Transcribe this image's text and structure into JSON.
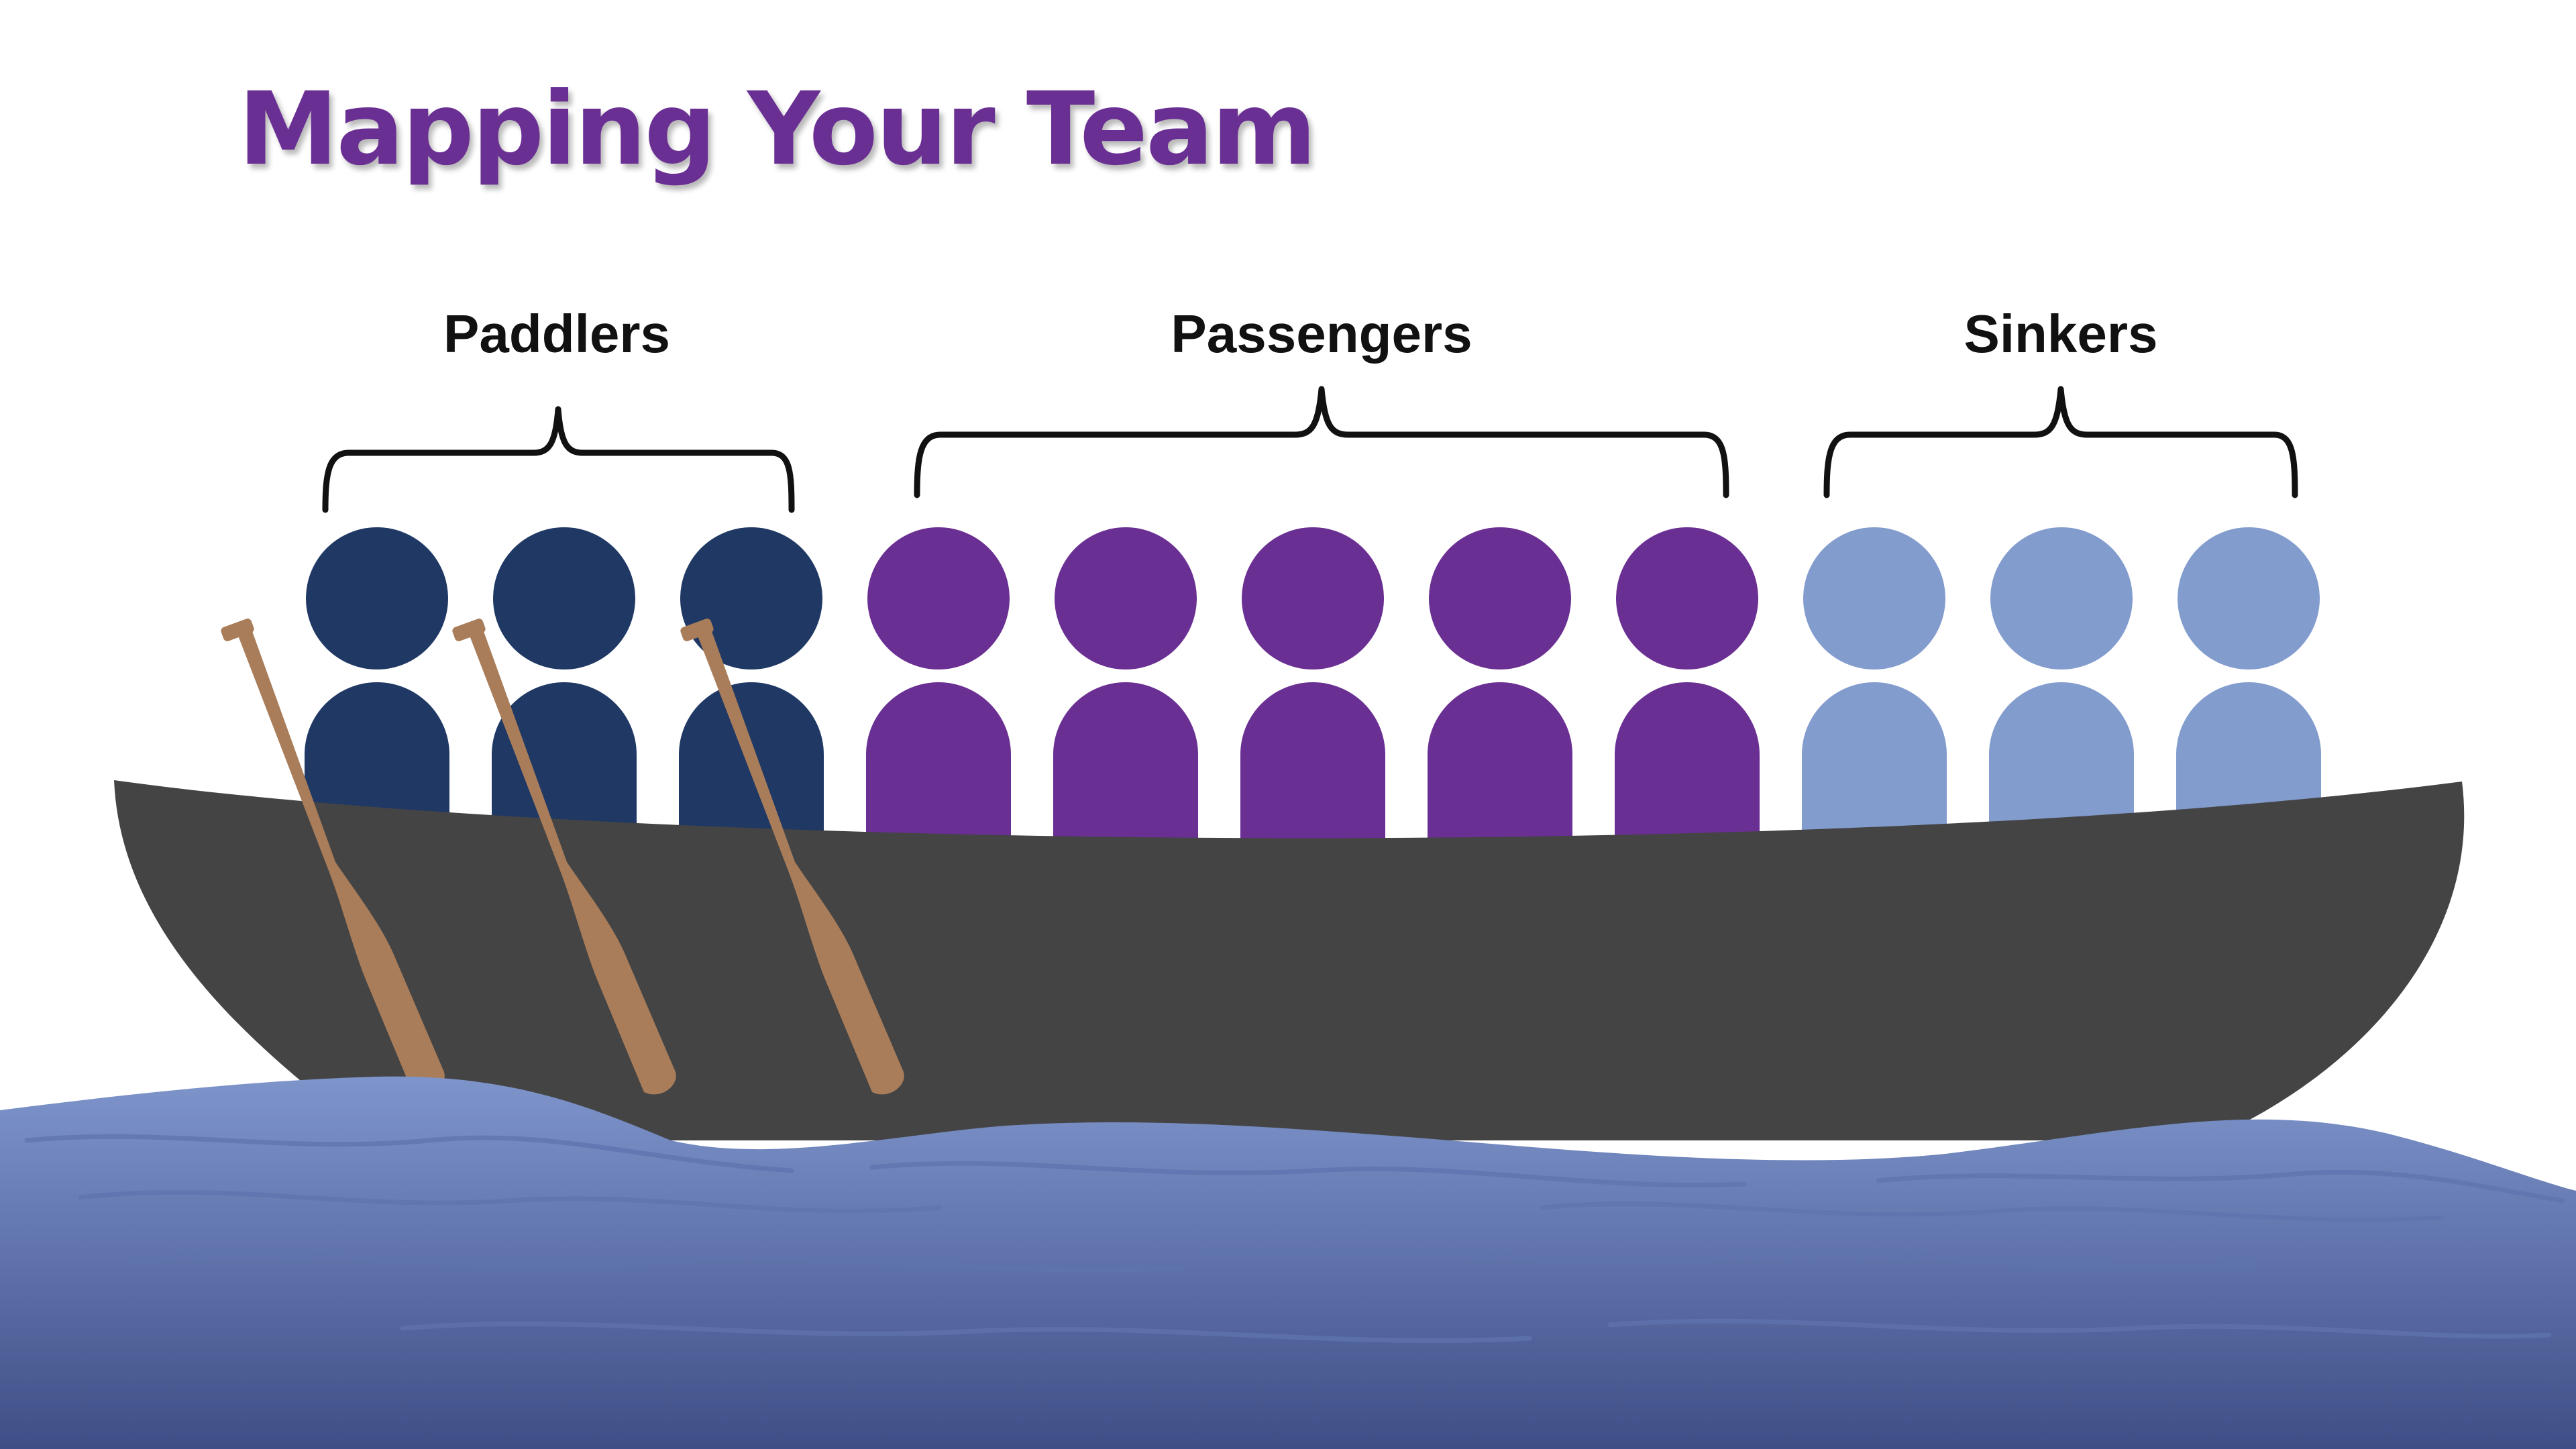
{
  "title": "Mapping Your Team",
  "groups": [
    {
      "label": "Paddlers",
      "count": 3
    },
    {
      "label": "Passengers",
      "count": 5
    },
    {
      "label": "Sinkers",
      "count": 3
    }
  ],
  "colors": {
    "title": "#6A2F93",
    "paddlers": "#1F3864",
    "passengers": "#6A2F93",
    "sinkers": "#839CCE",
    "boat": "#444444",
    "paddle": "#A97D5A",
    "water_top": "#7E95CC",
    "water_bottom": "#3F4E86",
    "brace": "#111111"
  },
  "icons": [
    "person-icon",
    "paddle-icon",
    "boat-icon",
    "brace-icon",
    "water-wave"
  ]
}
